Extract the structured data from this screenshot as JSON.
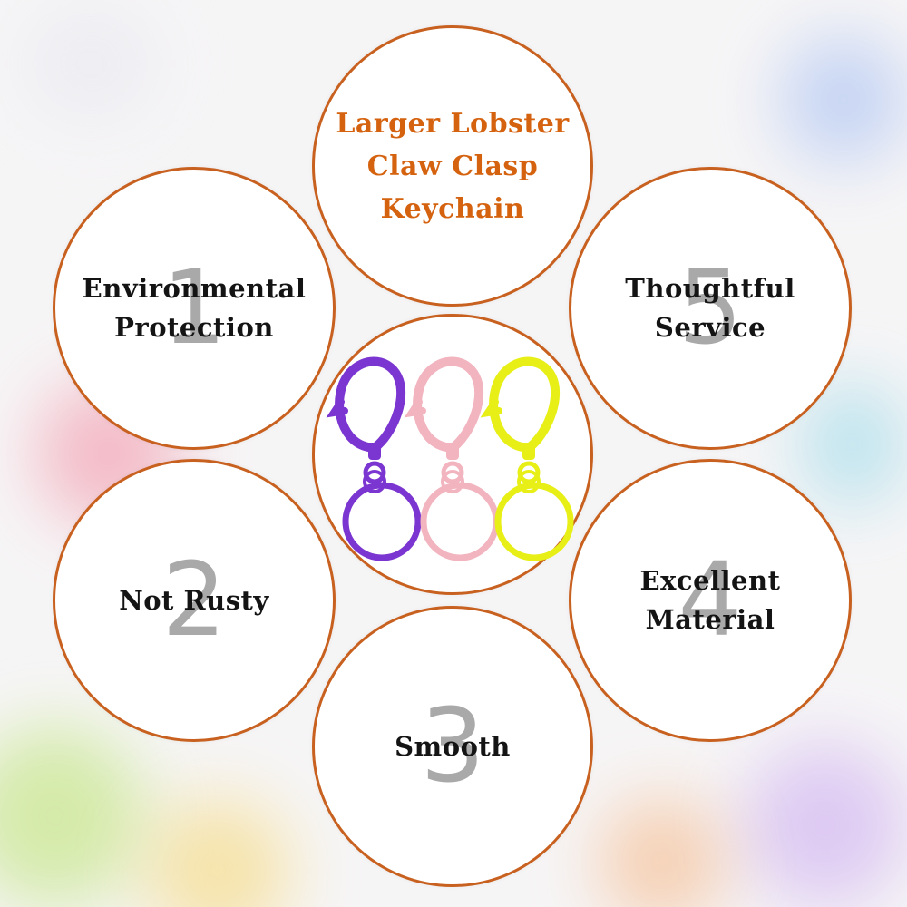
{
  "title": {
    "lines": [
      "Larger Lobster",
      "Claw Clasp",
      "Keychain"
    ],
    "color": "#d4620f"
  },
  "features": [
    {
      "number": "1",
      "lines": [
        "Environmental",
        "Protection"
      ]
    },
    {
      "number": "2",
      "lines": [
        "Not Rusty"
      ]
    },
    {
      "number": "3",
      "lines": [
        "Smooth"
      ]
    },
    {
      "number": "4",
      "lines": [
        "Excellent",
        "Material"
      ]
    },
    {
      "number": "5",
      "lines": [
        "Thoughtful",
        "Service"
      ]
    }
  ],
  "product_image": {
    "items": [
      {
        "name": "purple-keychain",
        "color": "#7b35d1"
      },
      {
        "name": "pink-keychain",
        "color": "#f2b4bf"
      },
      {
        "name": "yellow-keychain",
        "color": "#e7ef16"
      }
    ]
  },
  "colors": {
    "circle_border": "#c8611f",
    "number_gray": "#a9a9a9",
    "text": "#141414"
  }
}
